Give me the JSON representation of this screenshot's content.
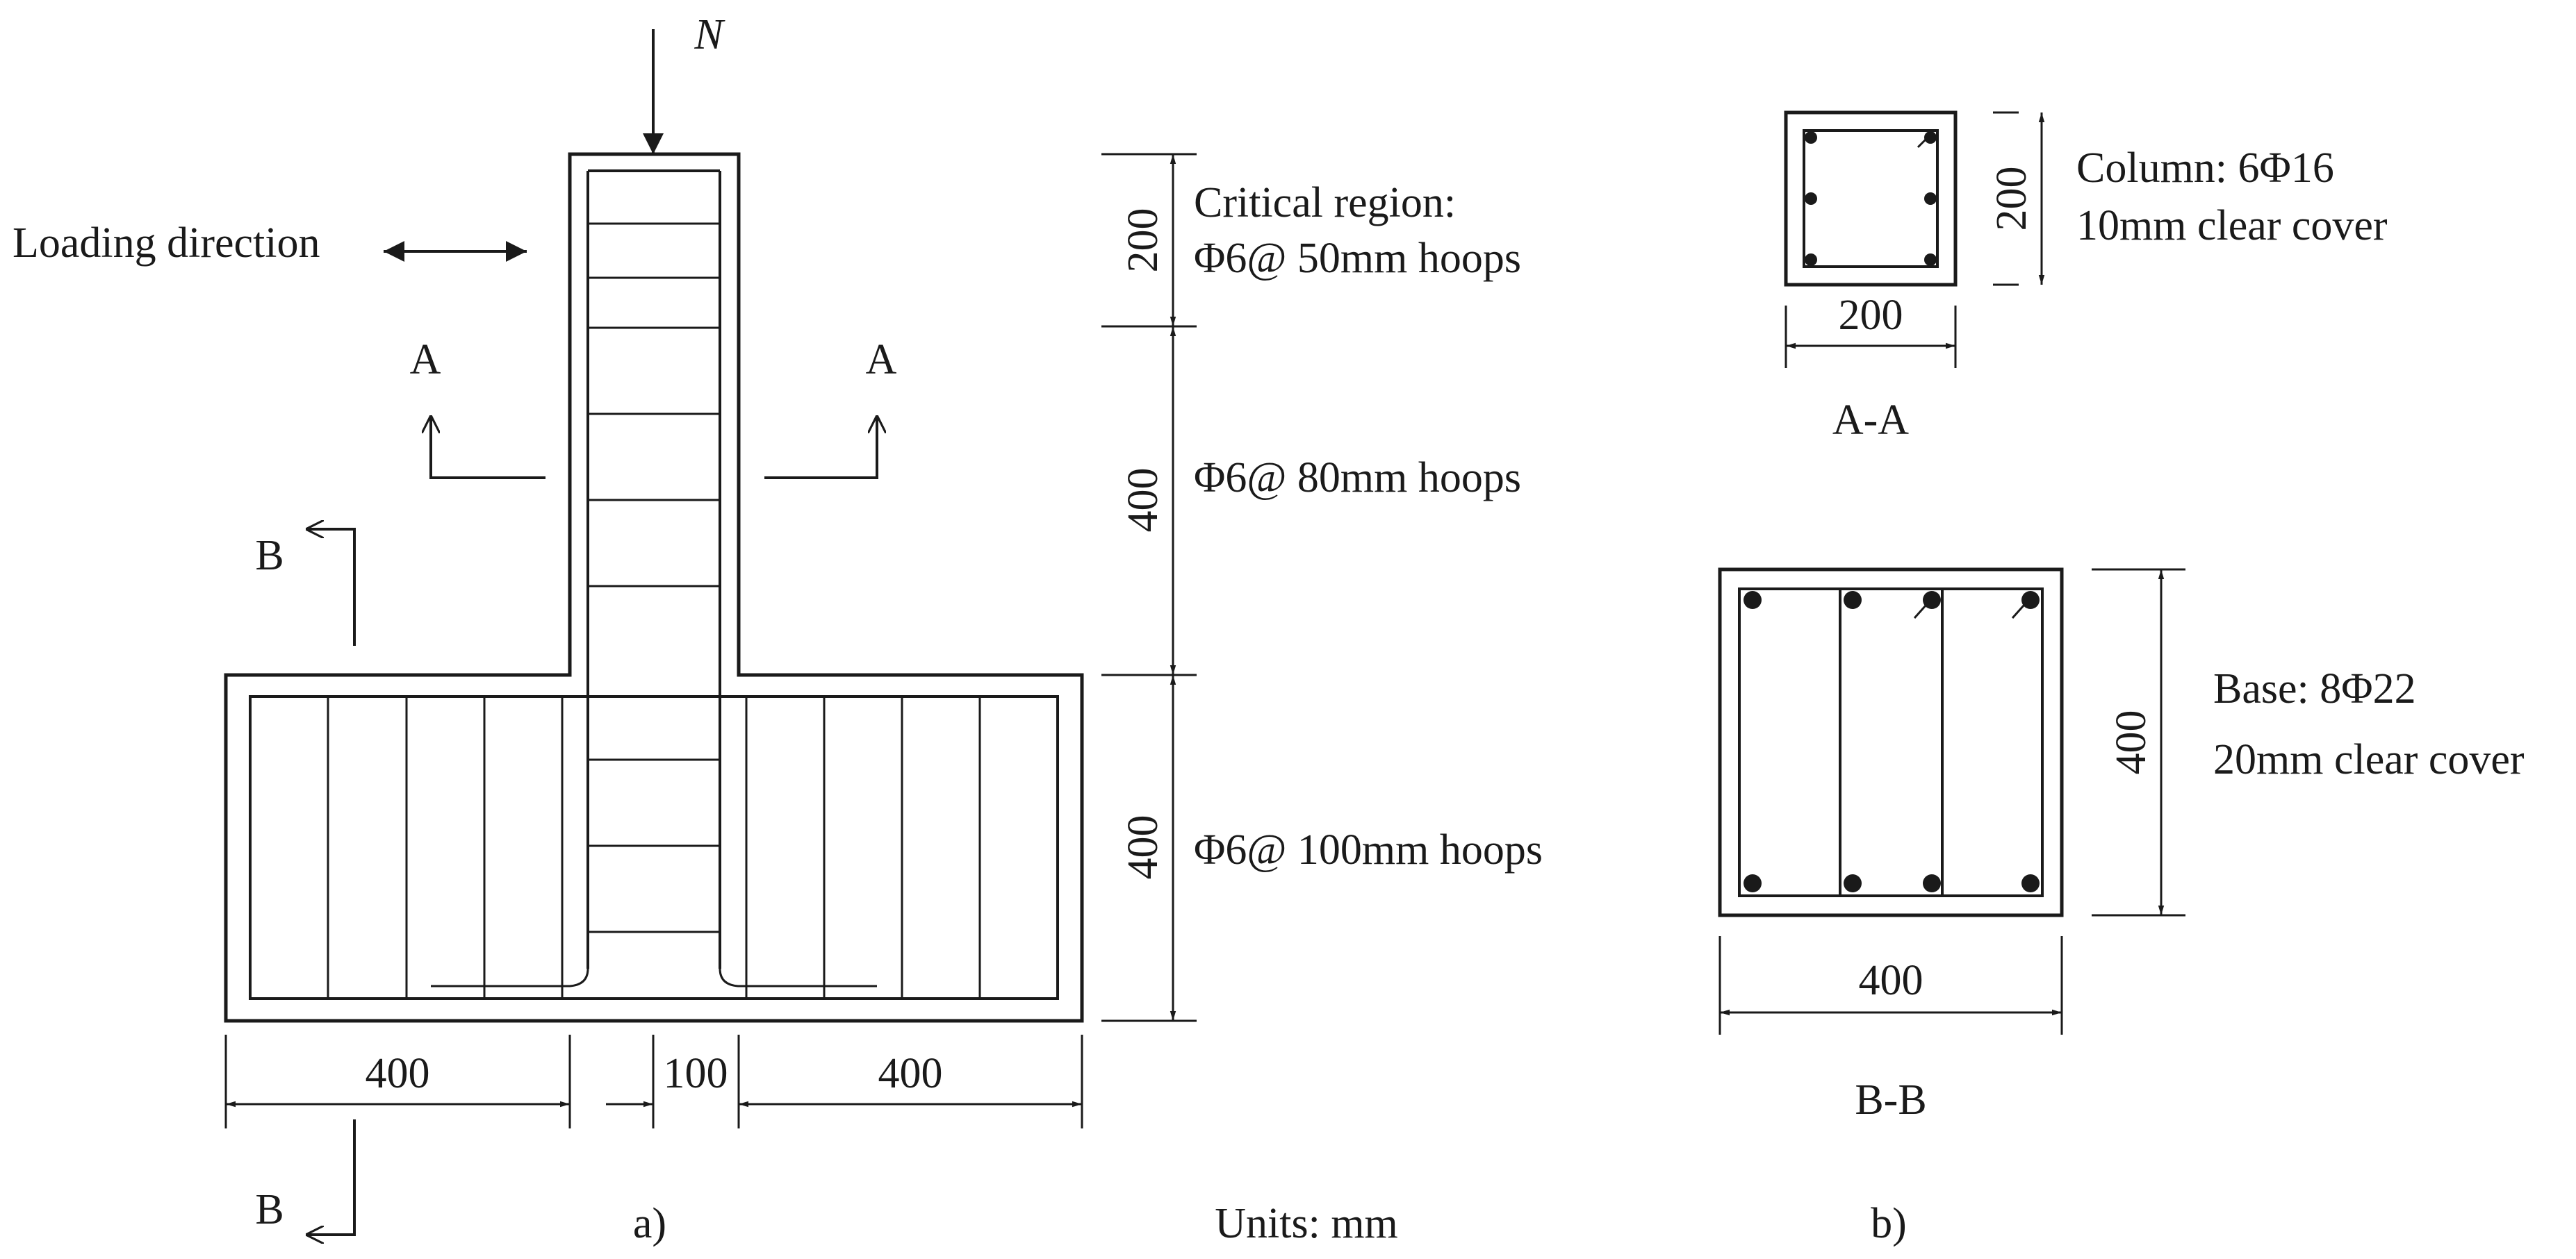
{
  "load_label": "N",
  "loading_direction": "Loading direction",
  "section_marks": {
    "a_left": "A",
    "a_right": "A",
    "b_top": "B",
    "b_bottom": "B"
  },
  "elevation": {
    "zone_heights": {
      "top": "200",
      "middle": "400",
      "bottom": "400"
    },
    "critical_region": "Critical region:",
    "hoops_top": "Φ6@ 50mm hoops",
    "hoops_middle": "Φ6@ 80mm hoops",
    "hoops_bottom": "Φ6@ 100mm hoops",
    "widths": {
      "left": "400",
      "center": "100",
      "right": "400"
    },
    "caption": "a)"
  },
  "units": "Units: mm",
  "section_aa": {
    "height": "200",
    "width": "200",
    "title": "A-A",
    "column_rebar": "Column: 6Φ16",
    "column_cover": "10mm clear cover"
  },
  "section_bb": {
    "height": "400",
    "width": "400",
    "title": "B-B",
    "base_rebar": "Base: 8Φ22",
    "base_cover": "20mm clear cover"
  },
  "caption_b": "b)",
  "colors": {
    "ink": "#1a1a1a",
    "background": "#ffffff"
  }
}
